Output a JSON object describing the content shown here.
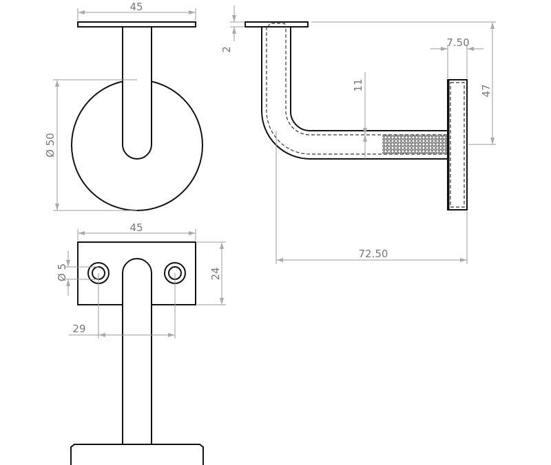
{
  "drawing": {
    "front_view": {
      "plate_width": "45",
      "rose_diameter": "Ø 50"
    },
    "plan_view": {
      "plate_width": "45",
      "hole_diameter": "Ø 5",
      "plate_height": "24",
      "hole_spacing": "29"
    },
    "side_view": {
      "plate_thickness": "2",
      "wall_rose_thickness": "7.50",
      "height": "47",
      "bar_diameter": "11",
      "projection": "72.50"
    }
  }
}
